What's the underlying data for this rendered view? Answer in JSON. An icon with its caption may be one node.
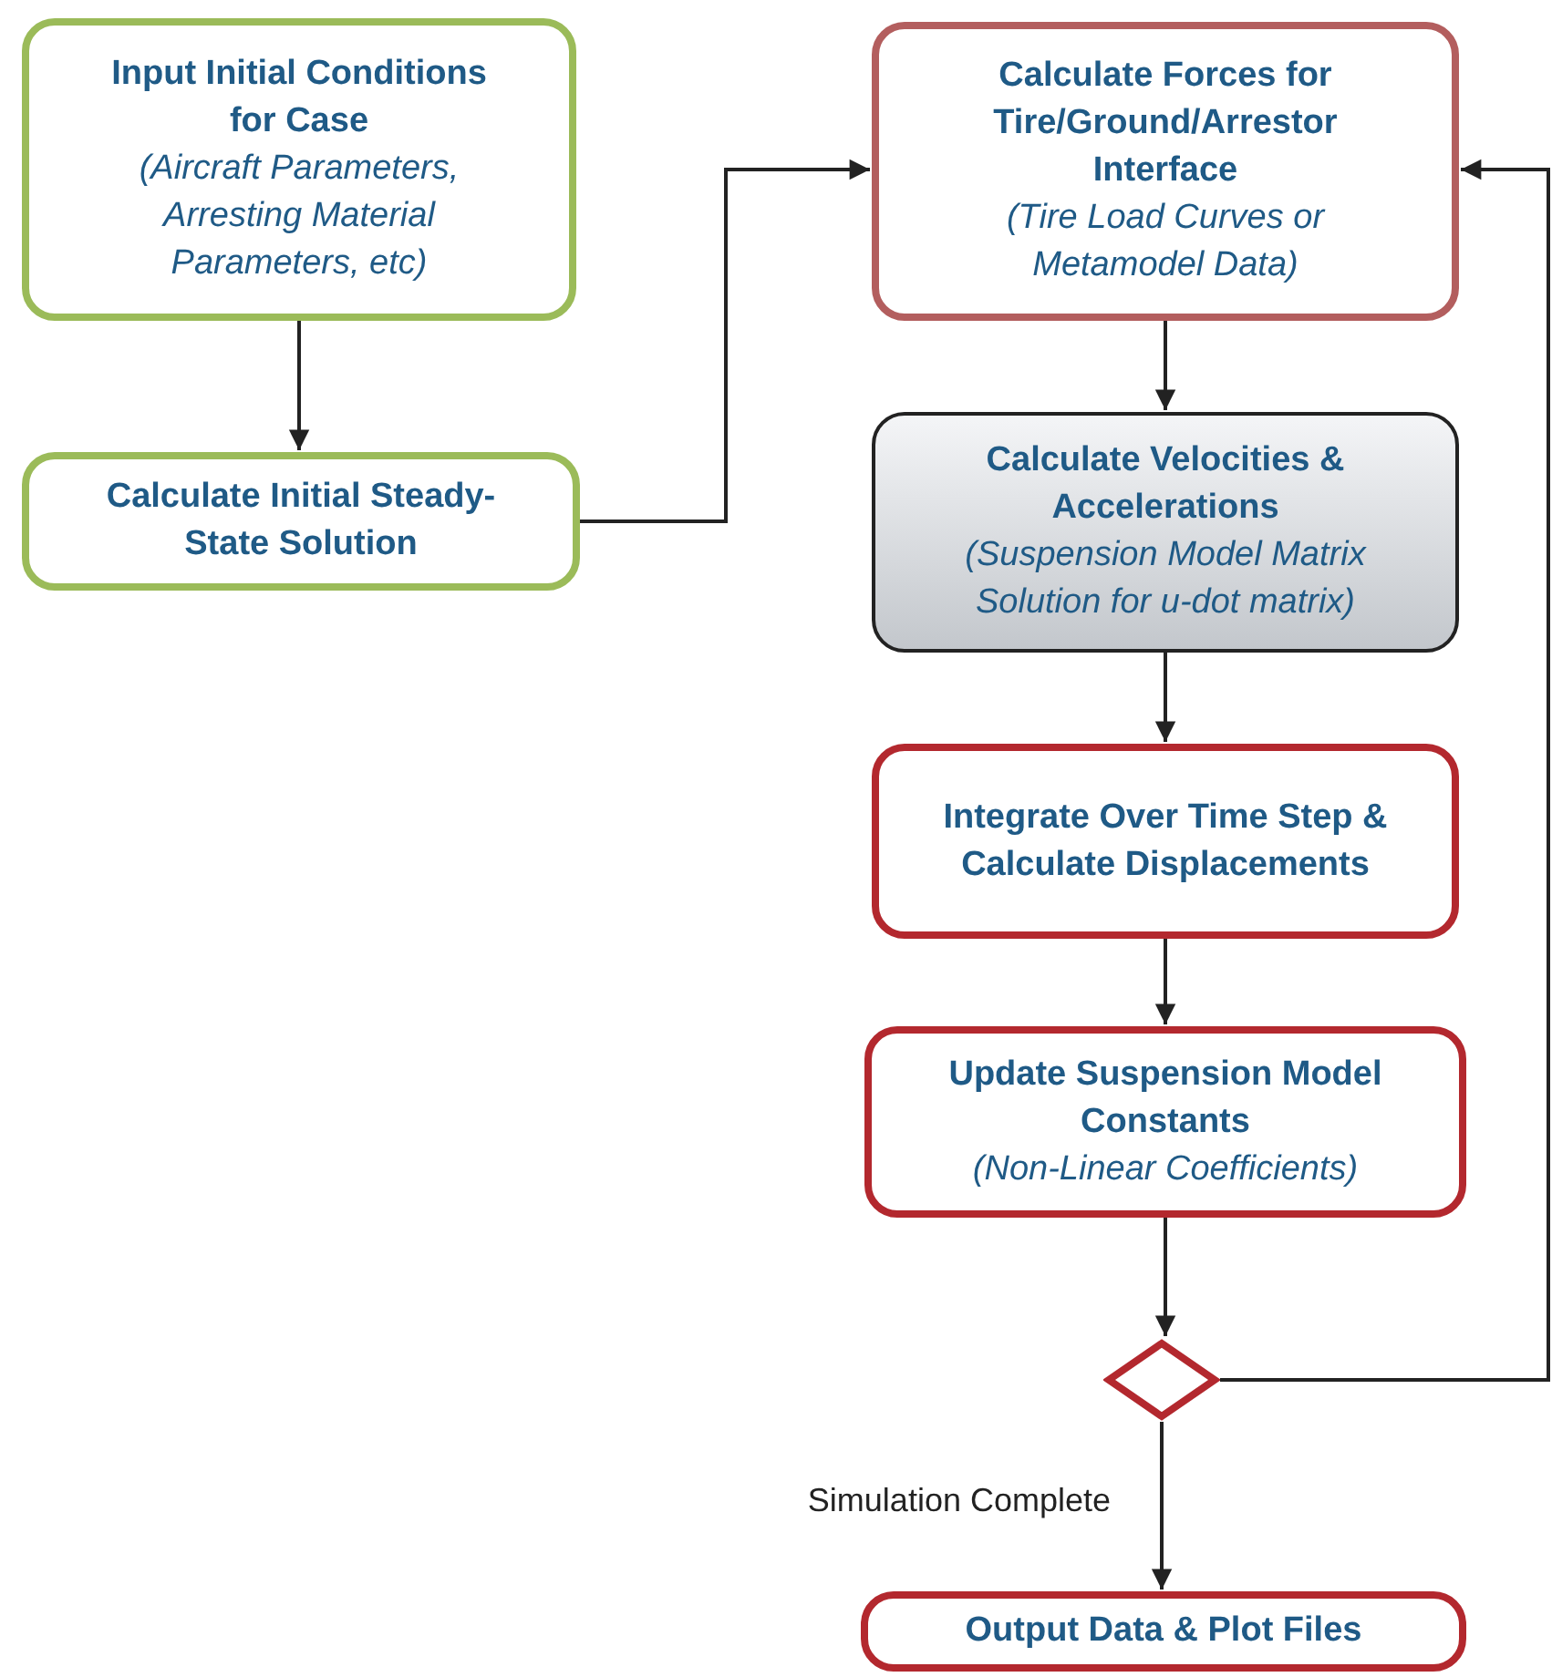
{
  "diagram": {
    "nodes": [
      {
        "text": [
          "Input Initial Conditions for Case",
          "(Aircraft Parameters, Arresting Material Parameters, etc)"
        ]
      },
      {
        "text": [
          "Calculate Initial Steady-State Solution"
        ]
      },
      {
        "text": [
          "Calculate Forces for Tire/Ground/Arrestor Interface",
          "(Tire Load Curves or Metamodel Data)"
        ]
      },
      {
        "text": [
          "Calculate Velocities & Accelerations",
          "(Suspension Model Matrix Solution for u-dot matrix)"
        ]
      },
      {
        "text": [
          "Integrate Over Time Step & Calculate Displacements"
        ]
      },
      {
        "text": [
          "Update Suspension Model Constants",
          "(Non-Linear Coefficients)"
        ]
      },
      {
        "text": [],
        "shape": "diamond"
      },
      {
        "text": [
          "Output Data & Plot Files"
        ]
      }
    ],
    "edges": [
      {
        "from": 0,
        "to": 1,
        "arrow": "to"
      },
      {
        "from": 1,
        "to": 2,
        "arrow": "to"
      },
      {
        "from": 2,
        "to": 3,
        "arrow": "to"
      },
      {
        "from": 3,
        "to": 4,
        "arrow": "to"
      },
      {
        "from": 4,
        "to": 5,
        "arrow": "to"
      },
      {
        "from": 5,
        "to": 6,
        "arrow": "to"
      },
      {
        "from": 6,
        "to": 7,
        "arrow": "to",
        "label": "Simulation Complete"
      },
      {
        "from": 6,
        "to": 2,
        "arrow": "to"
      }
    ]
  }
}
